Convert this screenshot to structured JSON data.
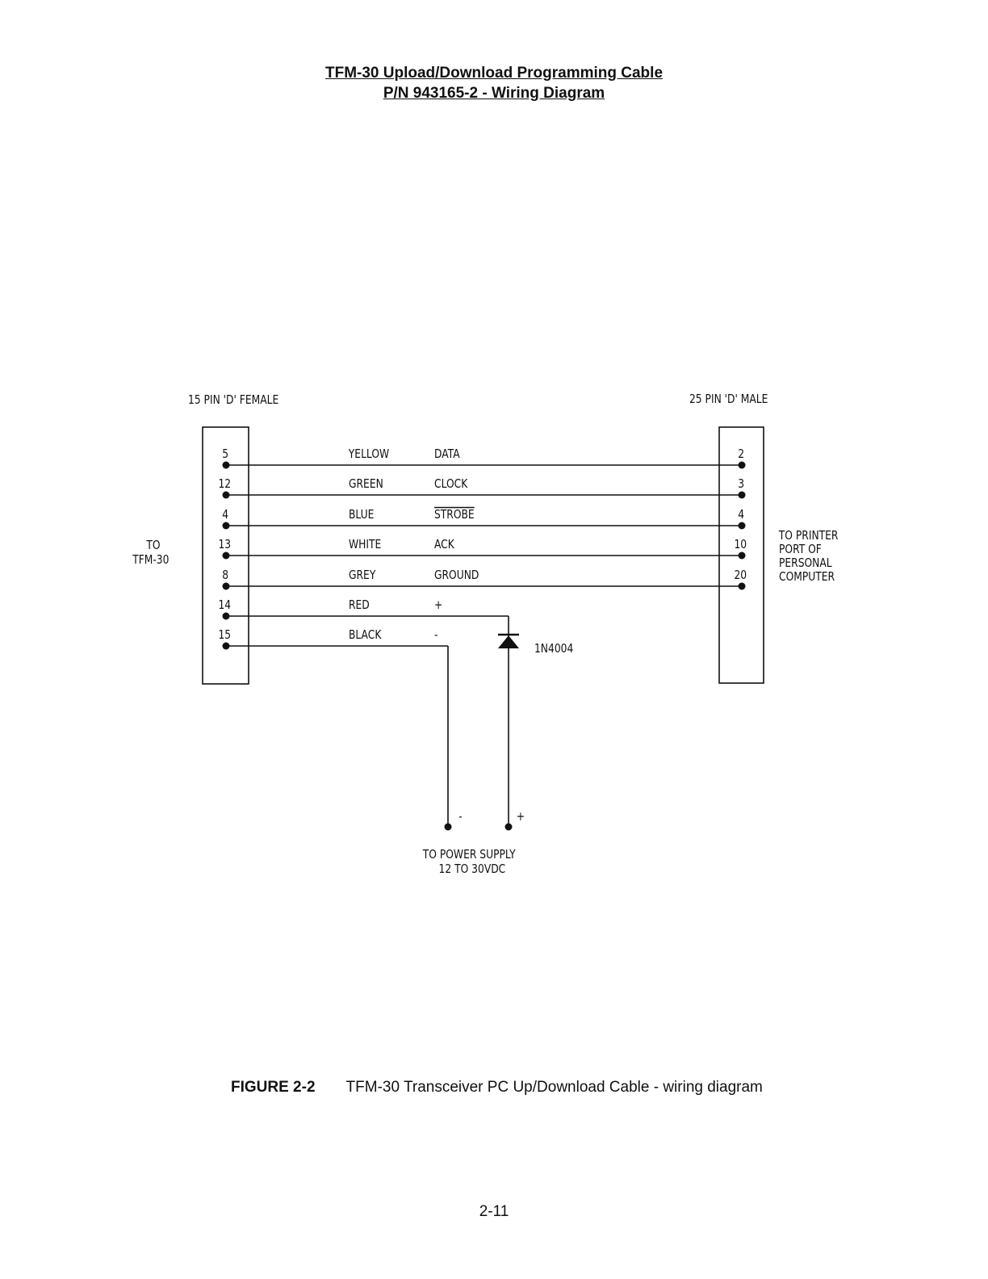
{
  "header": {
    "title_line1": "TFM-30 Upload/Download Programming Cable",
    "title_line2": "P/N 943165-2 - Wiring Diagram"
  },
  "diagram": {
    "left_connector_label": "15 PIN 'D' FEMALE",
    "right_connector_label": "25 PIN 'D' MALE",
    "left_device_label": [
      "TO",
      "TFM-30"
    ],
    "right_device_label": [
      "TO PRINTER",
      "PORT OF",
      "PERSONAL",
      "COMPUTER"
    ],
    "wires": [
      {
        "left_pin": "5",
        "color": "YELLOW",
        "signal": "DATA",
        "right_pin": "2",
        "overline": false
      },
      {
        "left_pin": "12",
        "color": "GREEN",
        "signal": "CLOCK",
        "right_pin": "3",
        "overline": false
      },
      {
        "left_pin": "4",
        "color": "BLUE",
        "signal": "STROBE",
        "right_pin": "4",
        "overline": true
      },
      {
        "left_pin": "13",
        "color": "WHITE",
        "signal": "ACK",
        "right_pin": "10",
        "overline": false
      },
      {
        "left_pin": "8",
        "color": "GREY",
        "signal": "GROUND",
        "right_pin": "20",
        "overline": false
      }
    ],
    "power_wires": [
      {
        "left_pin": "14",
        "color": "RED",
        "signal": "+"
      },
      {
        "left_pin": "15",
        "color": "BLACK",
        "signal": "-"
      }
    ],
    "diode_label": "1N4004",
    "supply_minus": "-",
    "supply_plus": "+",
    "power_supply_label": [
      "TO POWER SUPPLY",
      "12 TO 30VDC"
    ]
  },
  "caption": {
    "figure_number": "FIGURE 2-2",
    "text": "TFM-30 Transceiver PC Up/Download Cable - wiring diagram"
  },
  "page_number": "2-11"
}
